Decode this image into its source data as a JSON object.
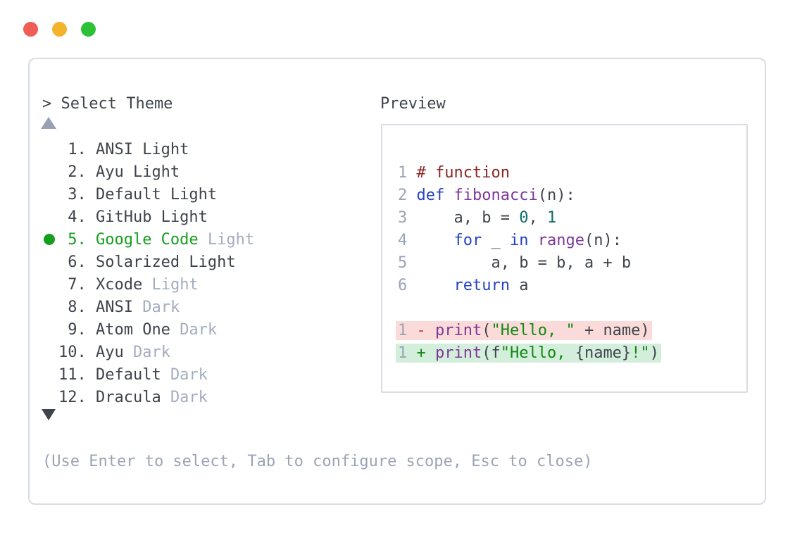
{
  "colors": {
    "text": "#3f444c",
    "dim": "#a4adbf",
    "ln": "#9aa4b6",
    "sel": "#14a01e",
    "str": "#108810",
    "kw": "#2443c4",
    "fn": "#7e3799",
    "cm": "#8c2525",
    "nm": "#0f6c6c",
    "delmark": "#c43c31",
    "bg-del": "#fadbd9",
    "bg-add": "#d4eedc",
    "border": "#d8dce3",
    "dot-red": "#f05d56",
    "dot-yellow": "#f3b32c",
    "dot-green": "#2cc136"
  },
  "prompt": {
    "label": "> Select Theme"
  },
  "hint": "(Use Enter to select, Tab to configure scope, Esc to close)",
  "theme_list": {
    "scroll_up_icon": "up-triangle",
    "scroll_down_icon": "down-triangle",
    "items": [
      {
        "num": "1.",
        "selected": false,
        "segments": [
          {
            "t": "ANSI Light",
            "s": "n"
          }
        ]
      },
      {
        "num": "2.",
        "selected": false,
        "segments": [
          {
            "t": "Ayu Light",
            "s": "n"
          }
        ]
      },
      {
        "num": "3.",
        "selected": false,
        "segments": [
          {
            "t": "Default Light",
            "s": "n"
          }
        ]
      },
      {
        "num": "4.",
        "selected": false,
        "segments": [
          {
            "t": "GitHub Light",
            "s": "n"
          }
        ]
      },
      {
        "num": "5.",
        "selected": true,
        "segments": [
          {
            "t": "Google Code ",
            "s": "sel"
          },
          {
            "t": "Light",
            "s": "dim"
          }
        ]
      },
      {
        "num": "6.",
        "selected": false,
        "segments": [
          {
            "t": "Solarized Light",
            "s": "n"
          }
        ]
      },
      {
        "num": "7.",
        "selected": false,
        "segments": [
          {
            "t": "Xcode ",
            "s": "n"
          },
          {
            "t": "Light",
            "s": "dim"
          }
        ]
      },
      {
        "num": "8.",
        "selected": false,
        "segments": [
          {
            "t": "ANSI ",
            "s": "n"
          },
          {
            "t": "Dark",
            "s": "dim"
          }
        ]
      },
      {
        "num": "9.",
        "selected": false,
        "segments": [
          {
            "t": "Atom One ",
            "s": "n"
          },
          {
            "t": "Dark",
            "s": "dim"
          }
        ]
      },
      {
        "num": "10.",
        "selected": false,
        "segments": [
          {
            "t": "Ayu ",
            "s": "n"
          },
          {
            "t": "Dark",
            "s": "dim"
          }
        ]
      },
      {
        "num": "11.",
        "selected": false,
        "segments": [
          {
            "t": "Default ",
            "s": "n"
          },
          {
            "t": "Dark",
            "s": "dim"
          }
        ]
      },
      {
        "num": "12.",
        "selected": false,
        "segments": [
          {
            "t": "Dracula ",
            "s": "n"
          },
          {
            "t": "Dark",
            "s": "dim"
          }
        ]
      }
    ]
  },
  "preview": {
    "label": "Preview",
    "code_lines": [
      {
        "tokens": [
          {
            "t": "1 ",
            "c": "ln"
          },
          {
            "t": "# function",
            "c": "cm"
          }
        ]
      },
      {
        "tokens": [
          {
            "t": "2 ",
            "c": "ln"
          },
          {
            "t": "def",
            "c": "kw"
          },
          {
            "t": " ",
            "c": "pl"
          },
          {
            "t": "fibonacci",
            "c": "fn"
          },
          {
            "t": "(n):",
            "c": "pl"
          }
        ]
      },
      {
        "tokens": [
          {
            "t": "3 ",
            "c": "ln"
          },
          {
            "t": "    a, b = ",
            "c": "pl"
          },
          {
            "t": "0",
            "c": "nm"
          },
          {
            "t": ", ",
            "c": "pl"
          },
          {
            "t": "1",
            "c": "nm"
          }
        ]
      },
      {
        "tokens": [
          {
            "t": "4 ",
            "c": "ln"
          },
          {
            "t": "    ",
            "c": "pl"
          },
          {
            "t": "for",
            "c": "kw"
          },
          {
            "t": " _ ",
            "c": "pl"
          },
          {
            "t": "in",
            "c": "kw"
          },
          {
            "t": " ",
            "c": "pl"
          },
          {
            "t": "range",
            "c": "fn"
          },
          {
            "t": "(n):",
            "c": "pl"
          }
        ]
      },
      {
        "tokens": [
          {
            "t": "5 ",
            "c": "ln"
          },
          {
            "t": "        a, b = b, a + b",
            "c": "pl"
          }
        ]
      },
      {
        "tokens": [
          {
            "t": "6 ",
            "c": "ln"
          },
          {
            "t": "    ",
            "c": "pl"
          },
          {
            "t": "return",
            "c": "kw"
          },
          {
            "t": " a",
            "c": "pl"
          }
        ]
      },
      {
        "tokens": []
      },
      {
        "diff": "del",
        "tokens": [
          {
            "t": "1 ",
            "c": "ln"
          },
          {
            "t": "- ",
            "c": "delmark"
          },
          {
            "t": "print",
            "c": "fn"
          },
          {
            "t": "(",
            "c": "pl"
          },
          {
            "t": "\"Hello, \"",
            "c": "str"
          },
          {
            "t": " + name)",
            "c": "pl"
          }
        ]
      },
      {
        "diff": "add",
        "tokens": [
          {
            "t": "1 ",
            "c": "ln"
          },
          {
            "t": "+ ",
            "c": "addmark"
          },
          {
            "t": "print",
            "c": "fn"
          },
          {
            "t": "(f",
            "c": "pl"
          },
          {
            "t": "\"Hello, ",
            "c": "str"
          },
          {
            "t": "{name}",
            "c": "pl"
          },
          {
            "t": "!\"",
            "c": "str"
          },
          {
            "t": ")",
            "c": "pl"
          }
        ]
      }
    ]
  }
}
